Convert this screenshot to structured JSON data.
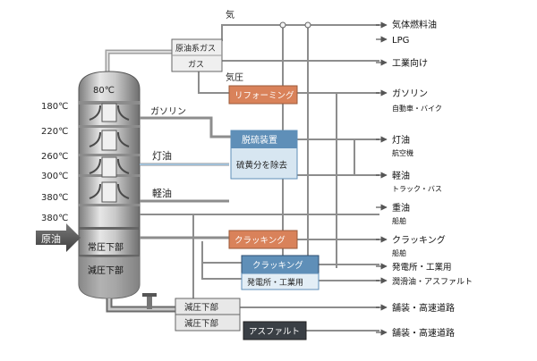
{
  "column": {
    "top_temp": "80℃",
    "temps": [
      "180℃",
      "220℃",
      "260℃",
      "300℃",
      "380℃",
      "380℃"
    ],
    "crude_label": "原油",
    "atm_bottom": "常圧下部",
    "vac_bottom": "減圧下部"
  },
  "streams": {
    "gas": "気",
    "gas_pressure": "気圧",
    "gasoline": "ガソリン",
    "kerosene": "灯油",
    "light_oil": "軽油"
  },
  "boxes": {
    "gas_plant_line1": "原油系ガス",
    "gas_plant_line2": "ガス",
    "reforming": "リフォーミング",
    "desulf_title": "脱硫装置",
    "desulf_body": "硫黄分を除去",
    "cracking1": "クラッキング",
    "cracking2": "クラッキング",
    "power_box": "発電所・工業用",
    "vac_box1": "減圧下部",
    "vac_box2": "減圧下部",
    "asphalt": "アスファルト"
  },
  "products": [
    {
      "main": "気体燃料油",
      "sub": ""
    },
    {
      "main": "LPG",
      "sub": ""
    },
    {
      "main": "工業向け",
      "sub": ""
    },
    {
      "main": "ガソリン",
      "sub": "自動車・バイク"
    },
    {
      "main": "灯油",
      "sub": "航空機"
    },
    {
      "main": "軽油",
      "sub": "トラック・バス"
    },
    {
      "main": "重油",
      "sub": "船舶"
    },
    {
      "main": "クラッキング",
      "sub": "船舶"
    },
    {
      "main": "発電所・工業用",
      "sub": ""
    },
    {
      "main": "潤滑油・アスファルト",
      "sub": ""
    },
    {
      "main": "舗装・高速道路",
      "sub": ""
    },
    {
      "main": "舗装・高速道路",
      "sub": ""
    }
  ],
  "colors": {
    "orange": "#d9825a",
    "blue_box": "#5f8fb8",
    "blue_light": "#d7e6f1",
    "dark_box": "#3a3f45",
    "pipe": "#9a9a9a"
  }
}
